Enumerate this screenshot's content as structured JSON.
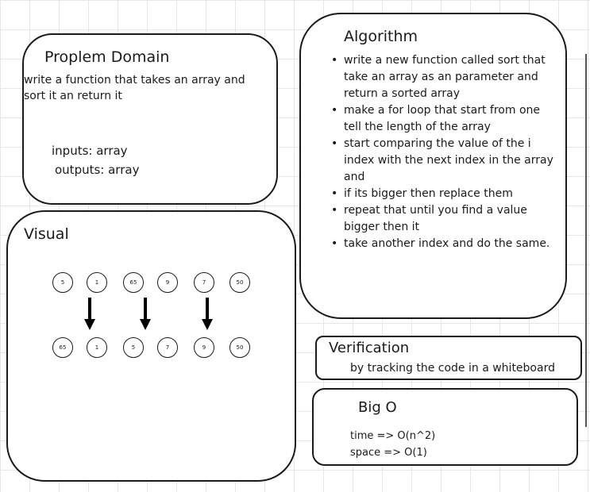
{
  "problem": {
    "title": "Proplem Domain",
    "line1": "write a function that takes an array and",
    "line2": "sort it an return it",
    "inputs": "inputs: array",
    "outputs": "outputs: array"
  },
  "algorithm": {
    "title": "Algorithm",
    "steps": [
      "write a new function called sort that take an array as an parameter and return a sorted array",
      "make a for loop that start from one tell the length of the array",
      "start comparing the  value of the i index with the next index in the array and",
      "if its bigger then replace them",
      "repeat that until you find a value bigger then it",
      "take another index and do the same."
    ]
  },
  "visual": {
    "title": "Visual",
    "top_row": [
      "5",
      "1",
      "65",
      "9",
      "7",
      "50"
    ],
    "bottom_row": [
      "65",
      "1",
      "5",
      "7",
      "9",
      "50"
    ]
  },
  "verification": {
    "title": "Verification",
    "text": "by tracking the  code in a whiteboard"
  },
  "big_o": {
    "title": "Big O",
    "time": "time =>  O(n^2)",
    "space": "space => O(1)"
  }
}
